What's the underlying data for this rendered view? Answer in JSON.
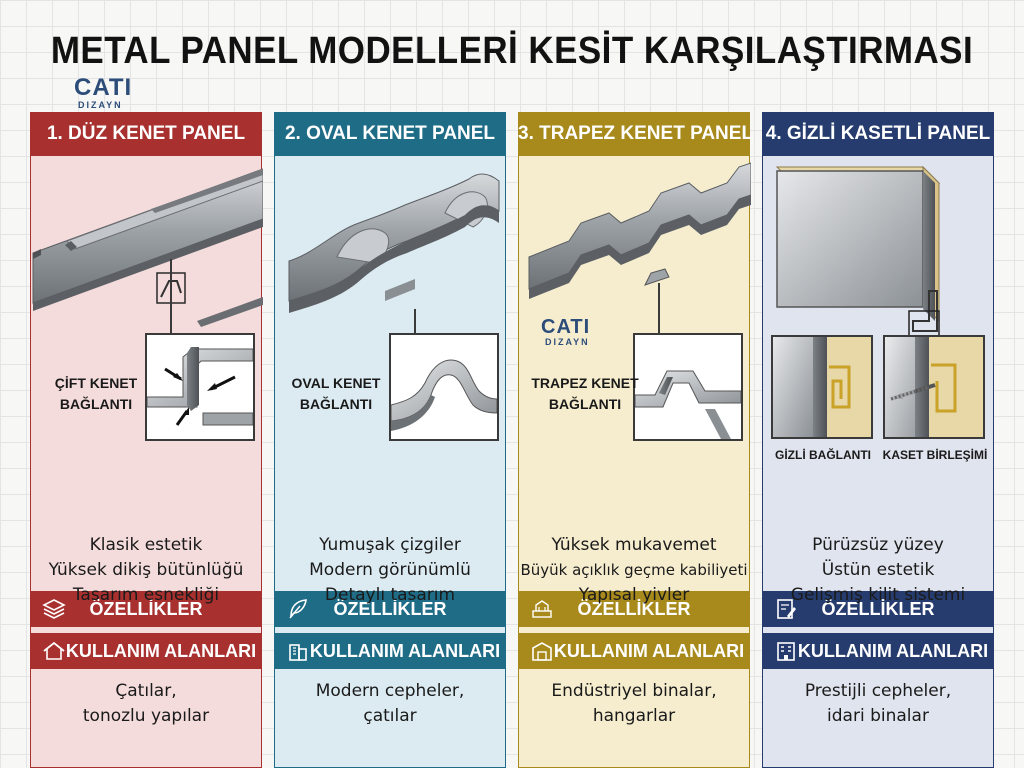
{
  "title": "METAL PANEL MODELLERİ KESİT KARŞILAŞTIRMASI",
  "logo": {
    "mark": "CATI",
    "sub": "DIZAYN"
  },
  "colors": {
    "red": "#a8302f",
    "teal": "#1f6c87",
    "gold": "#a88a1c",
    "navy": "#263c6e",
    "red_bg": "#f5dcdc",
    "teal_bg": "#dcebf2",
    "gold_bg": "#f6edcf",
    "navy_bg": "#e0e4ee"
  },
  "panels": [
    {
      "header": "1. DÜZ KENET PANEL",
      "connection_label": [
        "ÇİFT KENET",
        "BAĞLANTI"
      ],
      "features_title": "ÖZELLİKLER",
      "features": [
        "Klasik estetik",
        "Yüksek dikiş bütünlüğü",
        "Tasarım esnekliği"
      ],
      "usage_title": "KULLANIM ALANLARI",
      "usage": [
        "Çatılar,",
        "tonozlu yapılar"
      ],
      "feature_icon": "layers-icon",
      "usage_icon": "house-icon"
    },
    {
      "header": "2. OVAL KENET PANEL",
      "connection_label": [
        "OVAL KENET",
        "BAĞLANTI"
      ],
      "features_title": "ÖZELLİKLER",
      "features": [
        "Yumuşak çizgiler",
        "Modern görünümlü",
        "Detaylı tasarım"
      ],
      "usage_title": "KULLANIM ALANLARI",
      "usage": [
        "Modern cepheler,",
        "çatılar"
      ],
      "feature_icon": "feather-icon",
      "usage_icon": "building-icon"
    },
    {
      "header": "3. TRAPEZ KENET PANEL",
      "connection_label": [
        "TRAPEZ KENET",
        "BAĞLANTI"
      ],
      "features_title": "ÖZELLİKLER",
      "features": [
        "Yüksek mukavemet",
        "Büyük açıklık geçme kabiliyeti",
        "Yapısal yivler"
      ],
      "usage_title": "KULLANIM ALANLARI",
      "usage": [
        "Endüstriyel binalar,",
        "hangarlar"
      ],
      "feature_icon": "structure-icon",
      "usage_icon": "factory-icon"
    },
    {
      "header": "4. GİZLİ KASETLİ PANEL",
      "connection_labels": [
        "GİZLİ BAĞLANTI",
        "KASET BİRLEŞİMİ"
      ],
      "features_title": "ÖZELLİKLER",
      "features": [
        "Pürüzsüz yüzey",
        "Üstün estetik",
        "Gelişmiş kilit sistemi"
      ],
      "usage_title": "KULLANIM ALANLARI",
      "usage": [
        "Prestijli cepheler,",
        "idari binalar"
      ],
      "feature_icon": "document-edit-icon",
      "usage_icon": "office-building-icon"
    }
  ]
}
